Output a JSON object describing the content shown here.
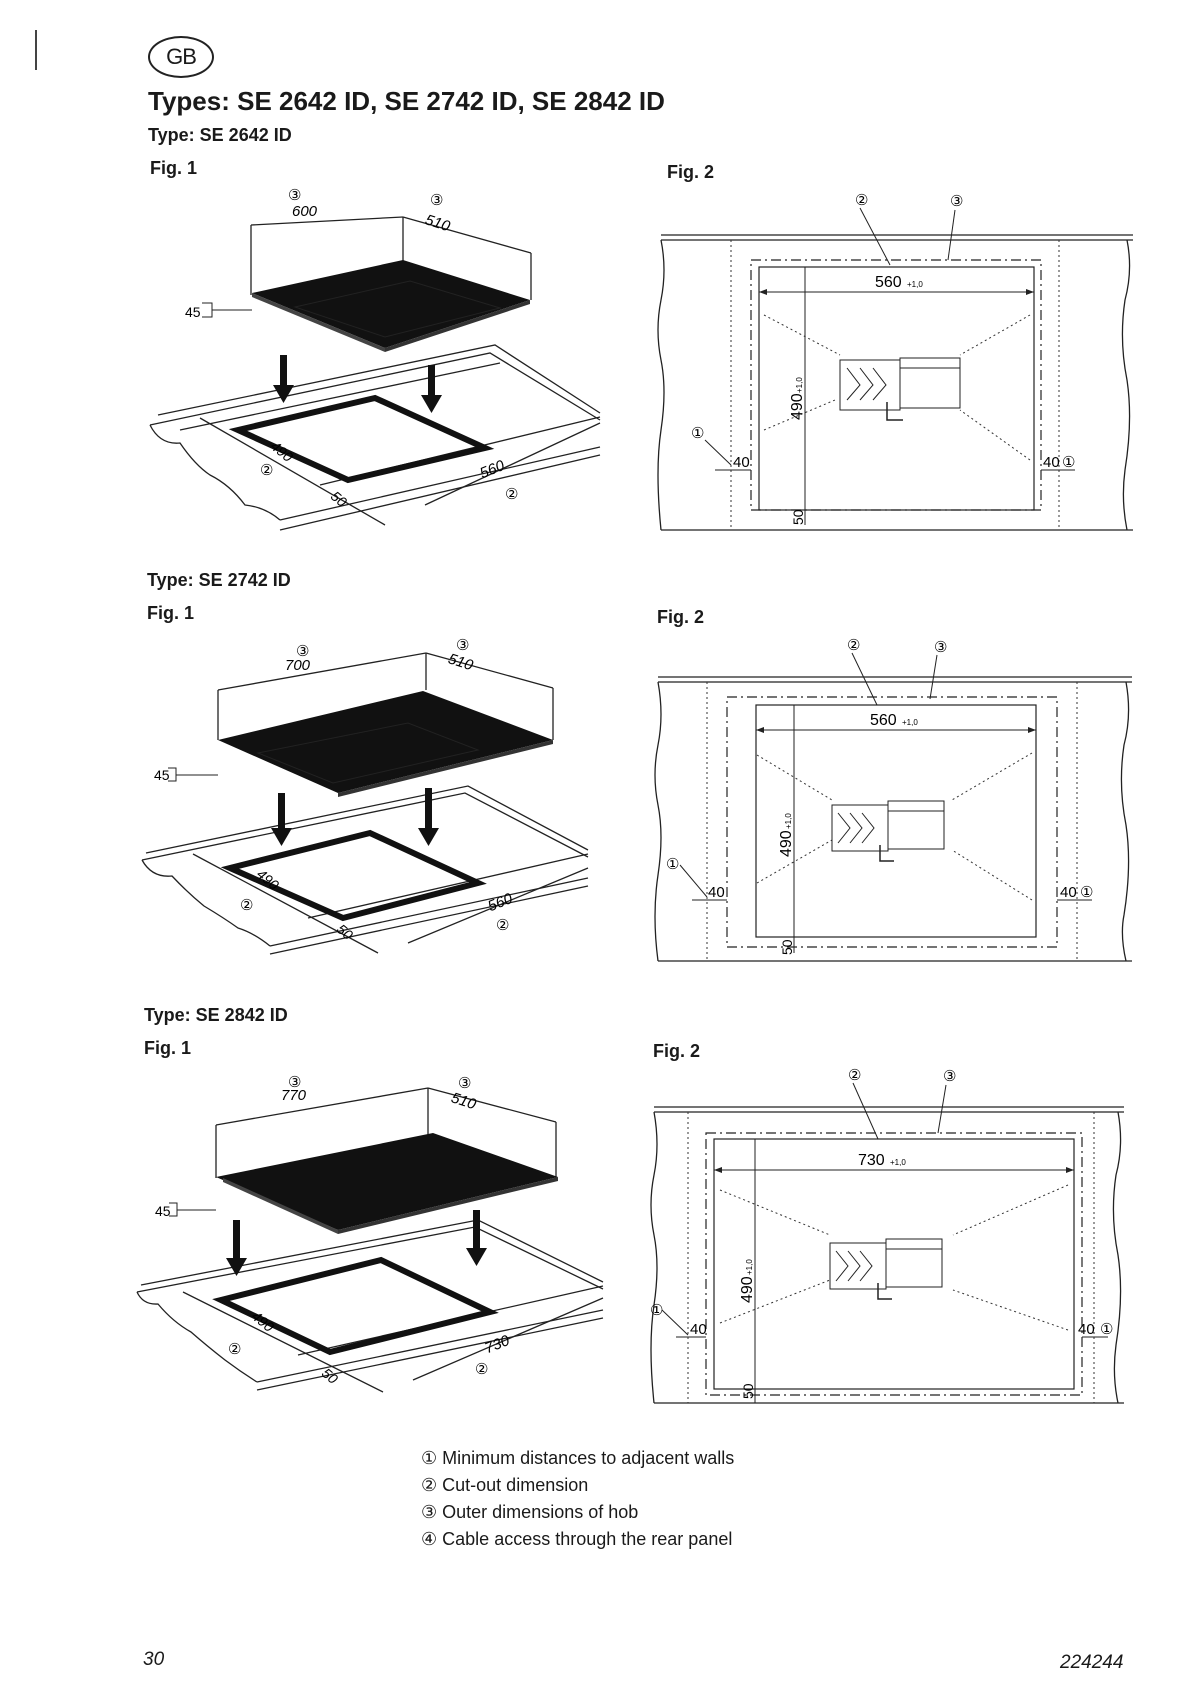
{
  "header": {
    "country_mark": "GB",
    "title": "Types: SE 2642 ID, SE 2742 ID, SE 2842 ID"
  },
  "sections": [
    {
      "type_label": "Type: SE 2642 ID",
      "fig1_label": "Fig. 1",
      "fig2_label": "Fig. 2",
      "fig1": {
        "width": "600",
        "depth": "510",
        "height": "45",
        "cut_depth": "490",
        "cut_width": "560",
        "front": "50"
      },
      "fig2": {
        "cut_width": "560",
        "tol": "+1,0",
        "cut_depth": "490",
        "side_left": "40",
        "side_right": "40",
        "front": "50"
      }
    },
    {
      "type_label": "Type: SE 2742 ID",
      "fig1_label": "Fig. 1",
      "fig2_label": "Fig. 2",
      "fig1": {
        "width": "700",
        "depth": "510",
        "height": "45",
        "cut_depth": "490",
        "cut_width": "560",
        "front": "50"
      },
      "fig2": {
        "cut_width": "560",
        "tol": "+1,0",
        "cut_depth": "490",
        "side_left": "40",
        "side_right": "40",
        "front": "50"
      }
    },
    {
      "type_label": "Type: SE 2842 ID",
      "fig1_label": "Fig. 1",
      "fig2_label": "Fig. 2",
      "fig1": {
        "width": "770",
        "depth": "510",
        "height": "45",
        "cut_depth": "490",
        "cut_width": "730",
        "front": "50"
      },
      "fig2": {
        "cut_width": "730",
        "tol": "+1,0",
        "cut_depth": "490",
        "side_left": "40",
        "side_right": "40",
        "front": "50"
      }
    }
  ],
  "markers": {
    "m1": "①",
    "m2": "②",
    "m3": "③",
    "m4": "④"
  },
  "legend": [
    {
      "marker": "①",
      "text": "Minimum distances to adjacent walls"
    },
    {
      "marker": "②",
      "text": "Cut-out dimension"
    },
    {
      "marker": "③",
      "text": "Outer dimensions of hob"
    },
    {
      "marker": "④",
      "text": "Cable access through the rear panel"
    }
  ],
  "footer": {
    "page_number": "30",
    "doc_number": "224244"
  }
}
